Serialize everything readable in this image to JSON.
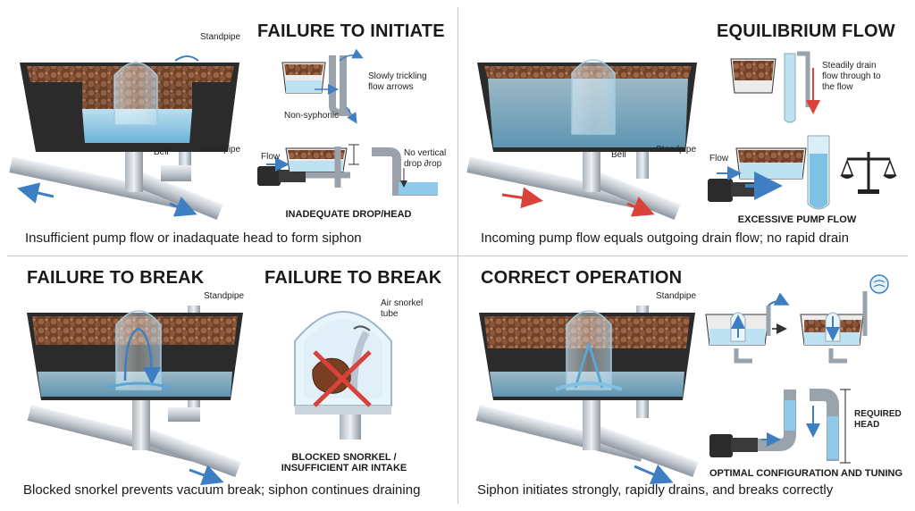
{
  "q1": {
    "title": "FAILURE TO INITIATE",
    "standpipe_top": "Standpipe",
    "standpipe": "Standpipe",
    "bell": "Bell",
    "trickle": "Slowly trickling flow arrows",
    "non_siphonic": "Non-syphonic",
    "flow": "Flow",
    "no_drop": "No vertical drop ∂rop",
    "subtitle": "INADEQUATE DROP/HEAD",
    "caption": "Insufficient pump flow or inadaquate head to form siphon"
  },
  "q2": {
    "title": "EQUILIBRIUM FLOW",
    "bell": "Bell",
    "standpipe": "Standpipe",
    "steady": "Steadily drain flow through to the flow",
    "flow": "Flow",
    "subtitle": "EXCESSIVE PUMP FLOW",
    "caption": "Incoming pump flow equals outgoing drain flow; no rapid drain"
  },
  "q3": {
    "title_left": "FAILURE TO BREAK",
    "title_right": "FAILURE TO BREAK",
    "standpipe": "Standpipe",
    "snorkel": "Air snorkel tube",
    "subtitle": "BLOCKED SNORKEL / INSUFFICIENT AIR INTAKE",
    "caption": "Blocked snorkel prevents vacuum break; siphon continues draining"
  },
  "q4": {
    "title": "CORRECT OPERATION",
    "standpipe": "Standpipe",
    "required_head": "REQUIRED HEAD",
    "subtitle": "OPTIMAL CONFIGURATION AND TUNING",
    "caption": "Siphon initiates strongly, rapidly drains, and breaks correctly"
  },
  "colors": {
    "water": "#9fd3ec",
    "pipe": "#c9ced4",
    "tub": "#2b2b2b",
    "media": "#8a5a3c",
    "arrow_red": "#d9423a",
    "arrow_blue": "#3d7fc2"
  }
}
